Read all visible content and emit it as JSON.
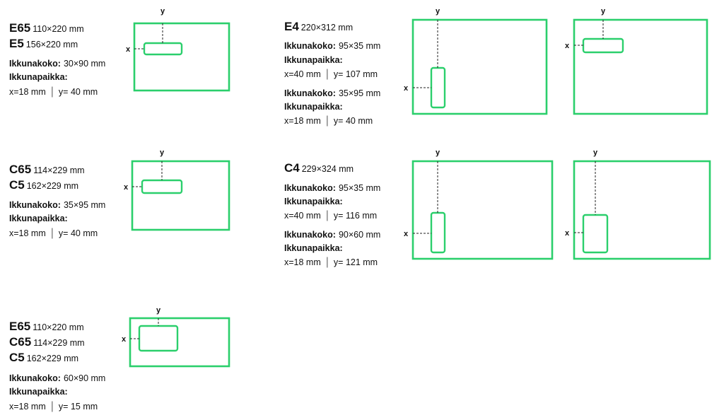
{
  "accent_color": "#2bcf6c",
  "axis_x": "x",
  "axis_y": "y",
  "size_label": "Ikkunakoko:",
  "pos_label": "Ikkunapaikka:",
  "group1": {
    "formats": [
      {
        "name": "E65",
        "size": "110×220 mm"
      },
      {
        "name": "E5",
        "size": "156×220 mm"
      }
    ],
    "window_size": "30×90 mm",
    "pos_x": "x=18 mm",
    "pos_y": "y= 40 mm"
  },
  "group2": {
    "formats": [
      {
        "name": "C65",
        "size": "114×229 mm"
      },
      {
        "name": "C5",
        "size": "162×229 mm"
      }
    ],
    "window_size": "35×95 mm",
    "pos_x": "x=18 mm",
    "pos_y": "y= 40 mm"
  },
  "group3": {
    "formats": [
      {
        "name": "E65",
        "size": "110×220 mm"
      },
      {
        "name": "C65",
        "size": "114×229 mm"
      },
      {
        "name": "C5",
        "size": "162×229 mm"
      }
    ],
    "window_size": "60×90 mm",
    "pos_x": "x=18 mm",
    "pos_y": "y= 15 mm"
  },
  "group4": {
    "formats": [
      {
        "name": "E4",
        "size": "220×312 mm"
      }
    ],
    "options": [
      {
        "window_size": "95×35 mm",
        "pos_x": "x=40 mm",
        "pos_y": "y= 107 mm"
      },
      {
        "window_size": "35×95 mm",
        "pos_x": "x=18 mm",
        "pos_y": "y= 40 mm"
      }
    ]
  },
  "group5": {
    "formats": [
      {
        "name": "C4",
        "size": "229×324 mm"
      }
    ],
    "options": [
      {
        "window_size": "95×35 mm",
        "pos_x": "x=40 mm",
        "pos_y": "y= 116 mm"
      },
      {
        "window_size": "90×60 mm",
        "pos_x": "x=18 mm",
        "pos_y": "y= 121 mm"
      }
    ]
  }
}
